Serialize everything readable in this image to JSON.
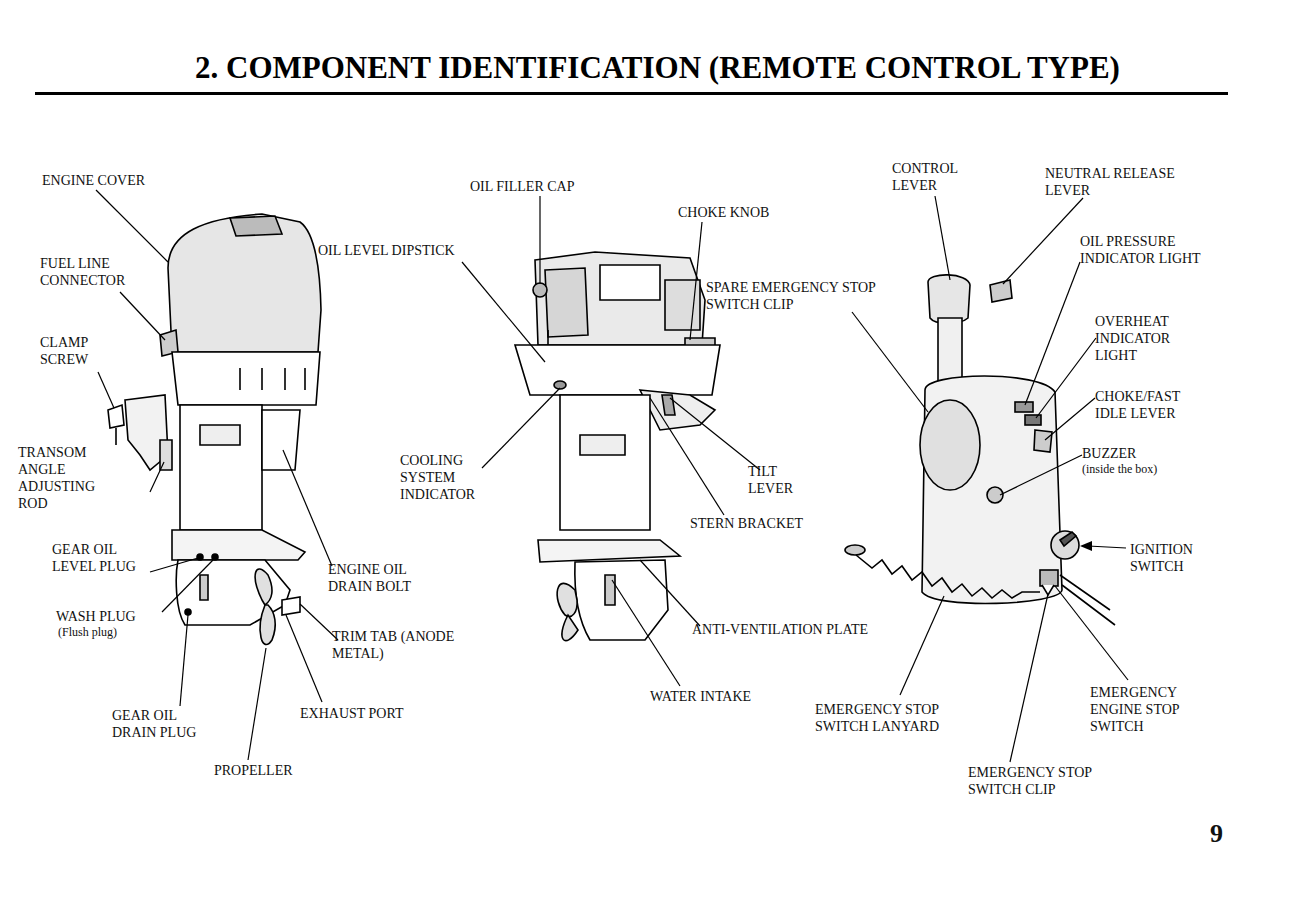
{
  "diagram": {
    "title": "2. COMPONENT IDENTIFICATION (REMOTE CONTROL TYPE)",
    "labels": [
      "ENGINE COVER",
      "FUEL LINE CONNECTOR",
      "CLAMP SCREW",
      "TRANSOM ANGLE ADJUSTING ROD",
      "GEAR OIL LEVEL PLUG",
      "WASH PLUG",
      "(Flush plug)",
      "GEAR OIL DRAIN PLUG",
      "PROPELLER",
      "EXHAUST PORT",
      "TRIM TAB (ANODE METAL)",
      "ENGINE OIL DRAIN BOLT",
      "OIL LEVEL DIPSTICK",
      "OIL FILLER CAP",
      "COOLING SYSTEM INDICATOR",
      "CHOKE KNOB",
      "SPARE EMERGENCY STOP SWITCH CLIP",
      "TILT LEVER",
      "STERN BRACKET",
      "ANTI-VENTILATION PLATE",
      "WATER INTAKE",
      "CONTROL LEVER",
      "NEUTRAL RELEASE LEVER",
      "OIL PRESSURE INDICATOR LIGHT",
      "OVERHEAT INDICATOR LIGHT",
      "CHOKE/FAST IDLE LEVER",
      "BUZZER",
      "(inside the box)",
      "IGNITION SWITCH",
      "EMERGENCY ENGINE STOP SWITCH",
      "EMERGENCY STOP SWITCH CLIP",
      "EMERGENCY STOP SWITCH LANYARD",
      "9"
    ]
  }
}
